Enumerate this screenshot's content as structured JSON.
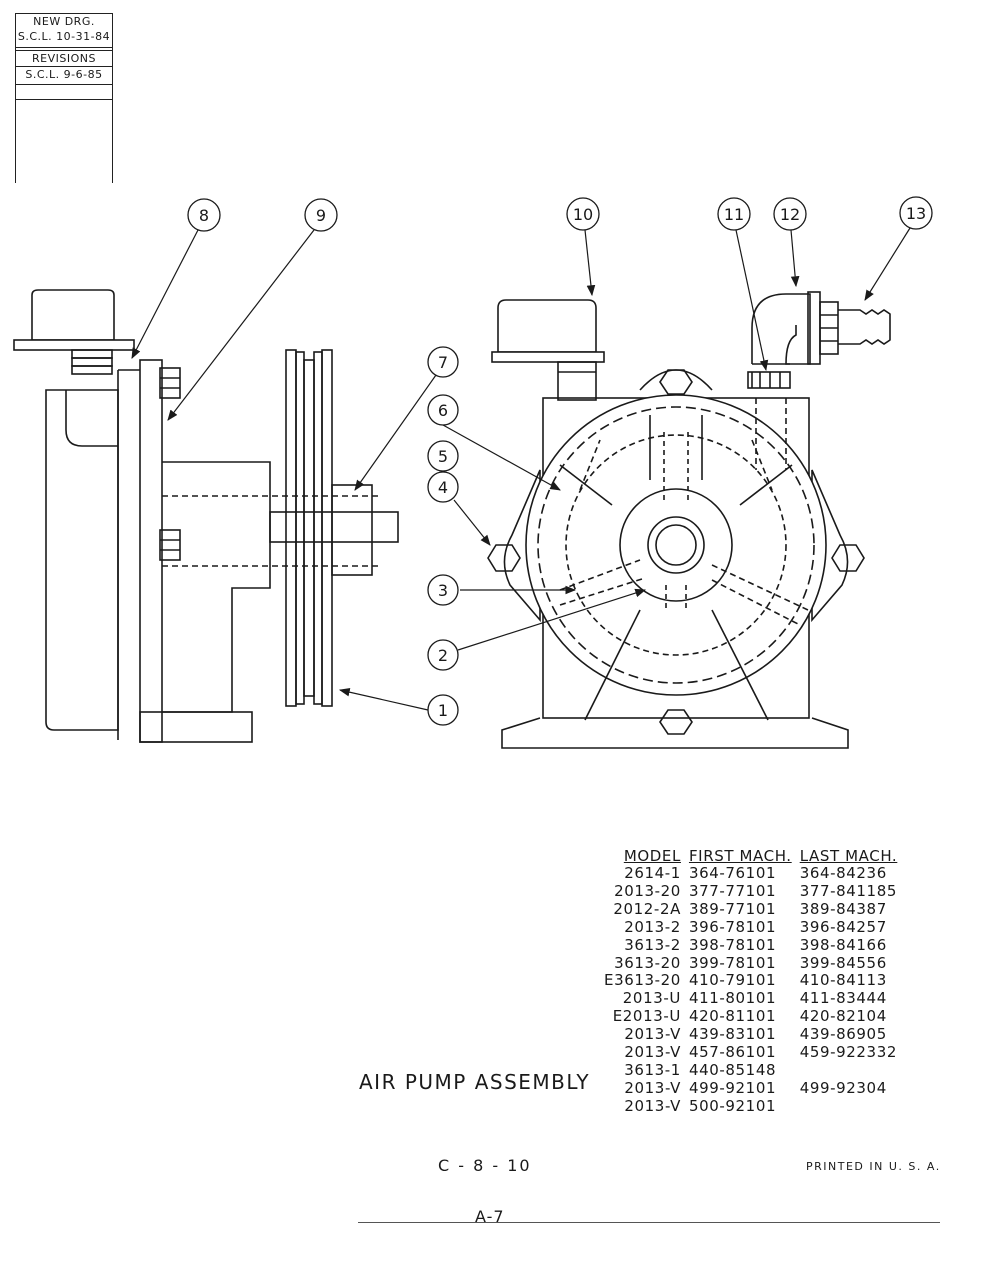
{
  "revision_block": {
    "rows": [
      "NEW  DRG.",
      "S.C.L. 10-31-84",
      "REVISIONS",
      "S.C.L.  9-6-85"
    ]
  },
  "callouts": [
    "1",
    "2",
    "3",
    "4",
    "5",
    "6",
    "7",
    "8",
    "9",
    "10",
    "11",
    "12",
    "13"
  ],
  "table": {
    "headers": [
      "MODEL",
      "FIRST MACH.",
      "LAST MACH."
    ],
    "rows": [
      [
        "2614-1",
        "364-76101",
        "364-84236"
      ],
      [
        "2013-20",
        "377-77101",
        "377-841185"
      ],
      [
        "2012-2A",
        "389-77101",
        "389-84387"
      ],
      [
        "2013-2",
        "396-78101",
        "396-84257"
      ],
      [
        "3613-2",
        "398-78101",
        "398-84166"
      ],
      [
        "3613-20",
        "399-78101",
        "399-84556"
      ],
      [
        "E3613-20",
        "410-79101",
        "410-84113"
      ],
      [
        "2013-U",
        "411-80101",
        "411-83444"
      ],
      [
        "E2013-U",
        "420-81101",
        "420-82104"
      ],
      [
        "2013-V",
        "439-83101",
        "439-86905"
      ],
      [
        "2013-V",
        "457-86101",
        "459-922332"
      ],
      [
        "3613-1",
        "440-85148",
        ""
      ],
      [
        "2013-V",
        "499-92101",
        "499-92304"
      ],
      [
        "2013-V",
        "500-92101",
        ""
      ]
    ]
  },
  "title": "AIR PUMP ASSEMBLY",
  "drawing_code": "C - 8 - 10",
  "printed": "PRINTED  IN  U. S. A.",
  "page_number": "A-7"
}
